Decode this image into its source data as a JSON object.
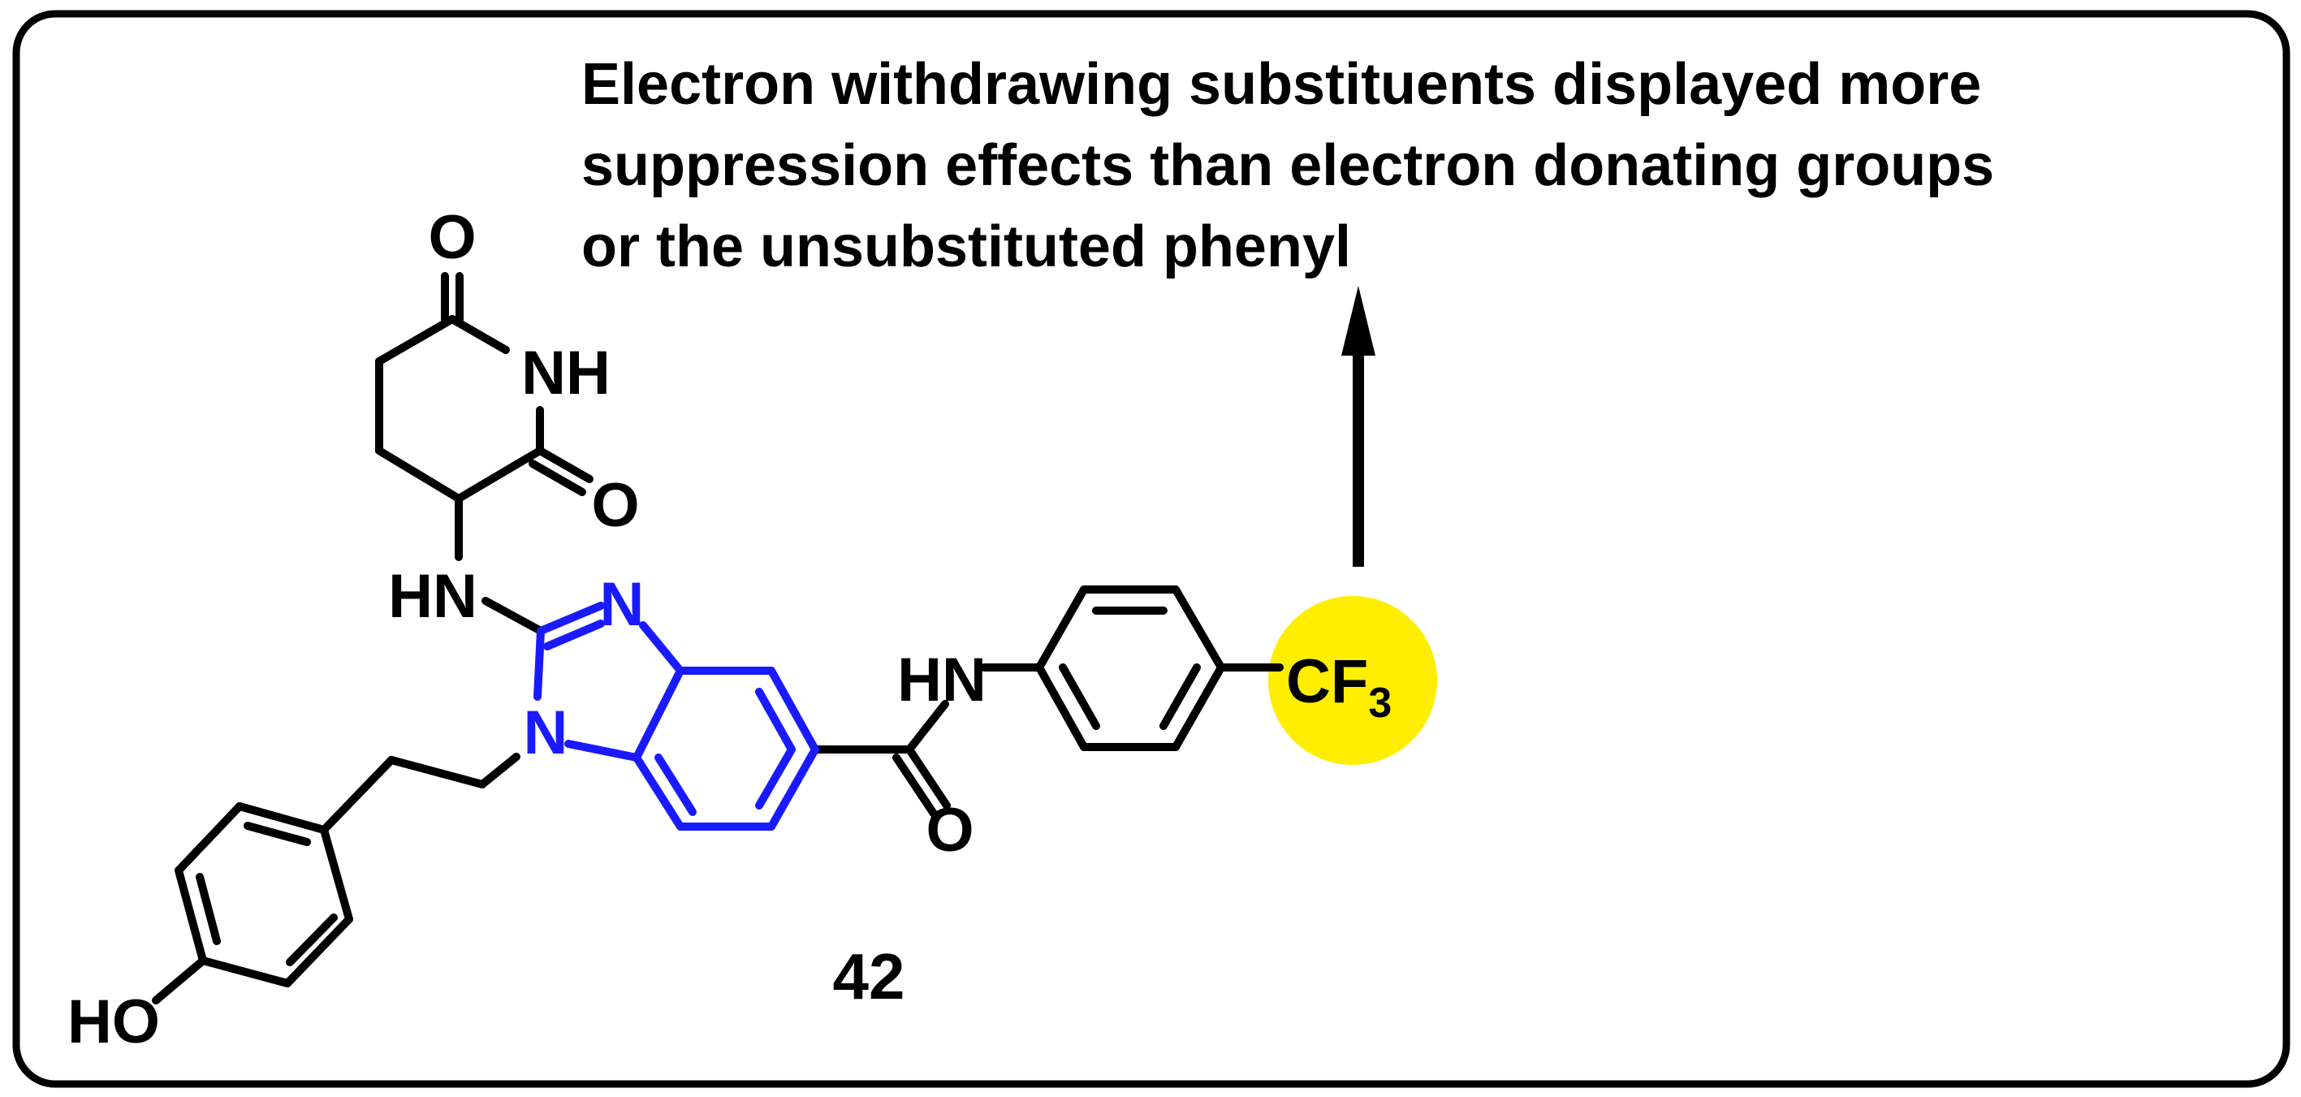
{
  "note": {
    "lines": [
      "Electron withdrawing substituents displayed more",
      "suppression effects than electron donating groups",
      "or the unsubstituted phenyl"
    ]
  },
  "compound": {
    "label": "42"
  },
  "atoms": {
    "imide_o_top": "O",
    "imide_nh": "NH",
    "imide_o_right": "O",
    "amine_hn": "HN",
    "imidazole_n3": "N",
    "imidazole_n1": "N",
    "amide_hn": "HN",
    "amide_o": "O",
    "phenol_ho": "HO",
    "cf3_c": "CF",
    "cf3_sub": "3"
  },
  "colors": {
    "bond": "#000000",
    "benzimidazole": "#1a1aff",
    "highlight": "#ffee00",
    "frame": "#000000"
  }
}
